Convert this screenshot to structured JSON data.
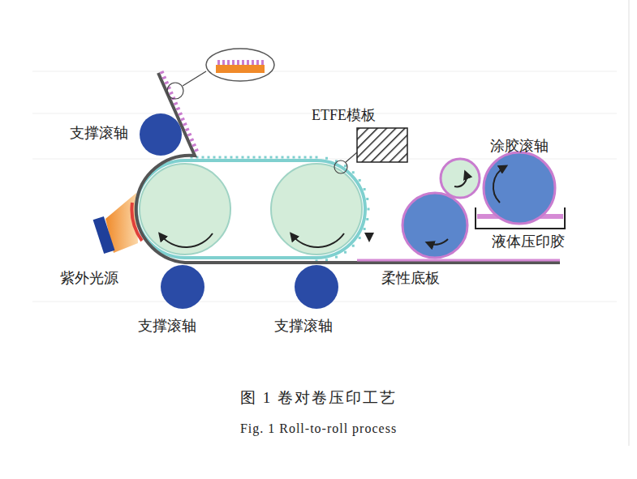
{
  "diagram": {
    "caption": "图 1 卷对卷压印工艺",
    "labels": [
      "支撑滚轴",
      "ETFE模板",
      "涂胶滚轴",
      "液体压印胶",
      "紫外光源",
      "柔性底板",
      "支撑滚轴",
      "支撑滚轴",
      "Fig. 1 Roll-to-roll process"
    ]
  }
}
